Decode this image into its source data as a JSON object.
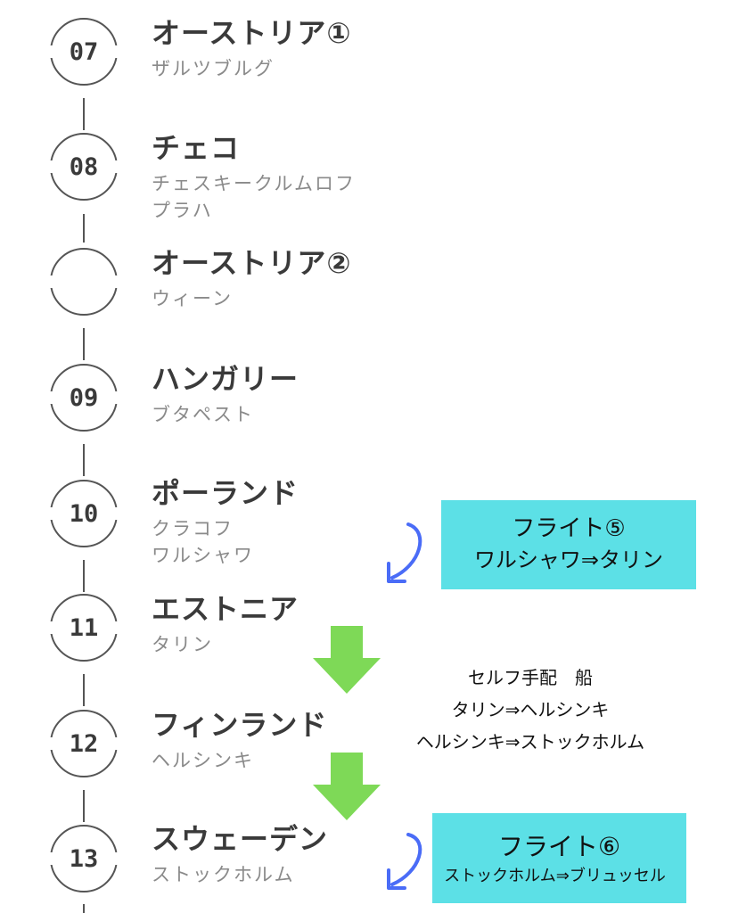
{
  "stops": [
    {
      "number": "07",
      "country": "オーストリア①",
      "cities": [
        "ザルツブルグ"
      ]
    },
    {
      "number": "08",
      "country": "チェコ",
      "cities": [
        "チェスキークルムロフ",
        "プラハ"
      ]
    },
    {
      "number": "",
      "country": "オーストリア②",
      "cities": [
        "ウィーン"
      ]
    },
    {
      "number": "09",
      "country": "ハンガリー",
      "cities": [
        "ブタペスト"
      ]
    },
    {
      "number": "10",
      "country": "ポーランド",
      "cities": [
        "クラコフ",
        "ワルシャワ"
      ]
    },
    {
      "number": "11",
      "country": "エストニア",
      "cities": [
        "タリン"
      ]
    },
    {
      "number": "12",
      "country": "フィンランド",
      "cities": [
        "ヘルシンキ"
      ]
    },
    {
      "number": "13",
      "country": "スウェーデン",
      "cities": [
        "ストックホルム"
      ]
    }
  ],
  "flight5": {
    "title": "フライト⑤",
    "route": "ワルシャワ⇒タリン"
  },
  "self_arranged": {
    "line1": "セルフ手配　船",
    "line2": "タリン⇒ヘルシンキ",
    "line3": "ヘルシンキ⇒ストックホルム"
  },
  "flight6": {
    "title": "フライト⑥",
    "route": "ストックホルム⇒ブリュッセル"
  },
  "colors": {
    "flight_box": "#5ce0e6",
    "arrow_green": "#7ed957",
    "arrow_blue": "#4a6cf7",
    "line": "#555555"
  }
}
